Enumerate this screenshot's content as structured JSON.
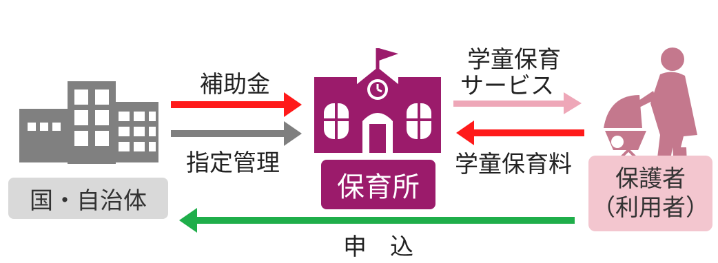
{
  "nodes": {
    "government": {
      "label": "国・自治体",
      "icon": "building-icon",
      "color": "#808080"
    },
    "nursery": {
      "label": "保育所",
      "icon": "school-building-icon",
      "color": "#9b1b6b"
    },
    "guardian": {
      "label_line1": "保護者",
      "label_line2": "（利用者）",
      "icon": "parent-with-stroller-icon",
      "color": "#c4788d"
    }
  },
  "flows": {
    "subsidy": {
      "label": "補助金",
      "color": "#ff1a1a"
    },
    "designated_management": {
      "label": "指定管理",
      "color": "#7f7f7f"
    },
    "childcare_service": {
      "label_line1": "学童保育",
      "label_line2": "サービス",
      "color": "#eea7b8"
    },
    "childcare_fee": {
      "label": "学童保育料",
      "color": "#ff1a1a"
    },
    "application": {
      "label": "申　込",
      "color": "#1fae4a"
    }
  }
}
